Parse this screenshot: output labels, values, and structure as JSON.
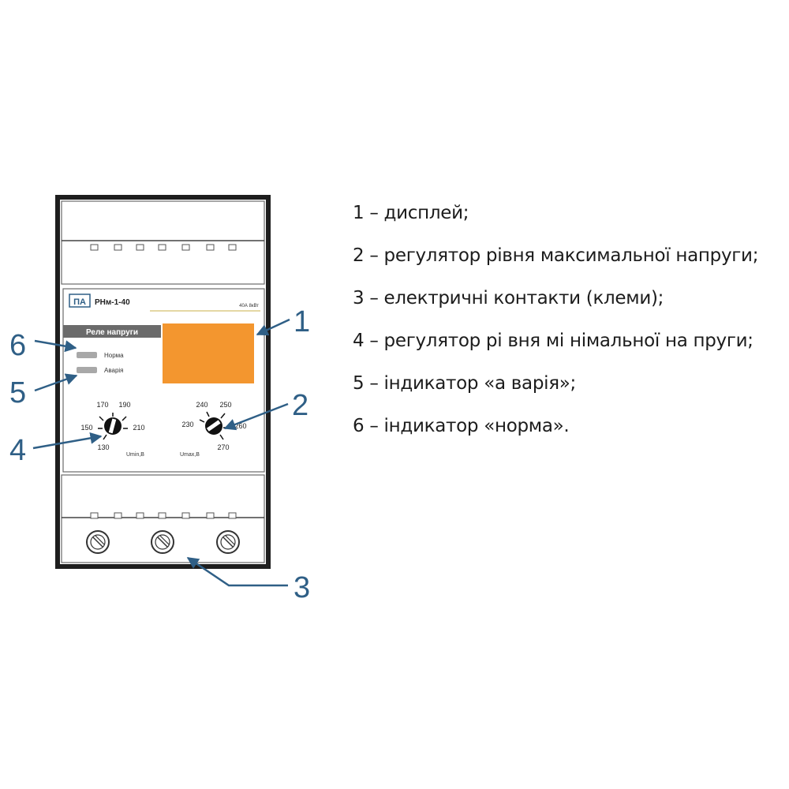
{
  "device": {
    "logo": "ПА",
    "model": "РНм-1-40",
    "rating": "40А 8кВт",
    "panel_title": "Реле напруги",
    "indicators": {
      "norm": "Норма",
      "alarm": "Аварія"
    },
    "umin": {
      "label": "Umin,В",
      "ticks": [
        "150",
        "170",
        "190",
        "210",
        "130"
      ]
    },
    "umax": {
      "label": "Umax,В",
      "ticks": [
        "230",
        "240",
        "250",
        "260",
        "270"
      ]
    }
  },
  "callouts": {
    "c1": "1",
    "c2": "2",
    "c3": "3",
    "c4": "4",
    "c5": "5",
    "c6": "6"
  },
  "legend": [
    "1 – дисплей;",
    "2 – регулятор рівня максимальної напруги;",
    "3 – електричні контакти (клеми);",
    "4 – регулятор рі вня мі німальної на пруги;",
    "5 – індикатор «а варія»;",
    "6 – індикатор «норма»."
  ],
  "colors": {
    "display": "#f3962f",
    "callout": "#2f5f86",
    "frame": "#1e1e1e",
    "title_bar": "#6b6b6b",
    "led": "#a8a8a8"
  }
}
